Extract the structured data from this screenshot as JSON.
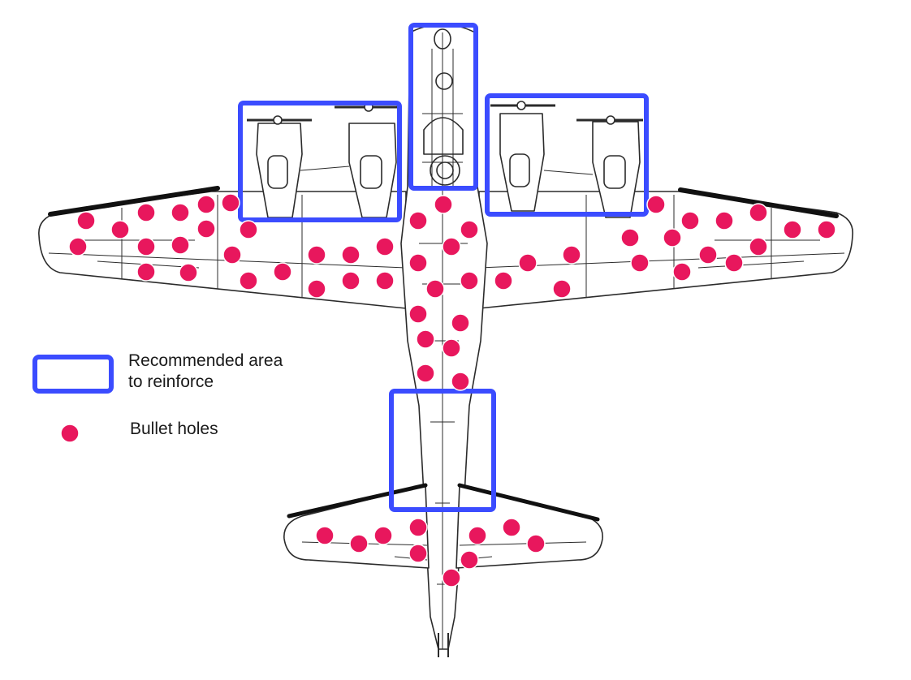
{
  "legend": {
    "reinforce_line1": "Recommended area",
    "reinforce_line2": "to reinforce",
    "bullet_holes": "Bullet holes"
  },
  "colors": {
    "reinforce_box": "#3b4cff",
    "bullet_hole_fill": "#e8175d",
    "bullet_hole_stroke": "#ffffff",
    "line_art": "#2b2b2b",
    "leading_edge": "#111111",
    "background": "#ffffff"
  },
  "icons": {
    "aircraft": "bomber-top-view",
    "reinforce_marker": "blue-rectangle",
    "hole_marker": "red-dot"
  },
  "counts": {
    "reinforce_areas": 4
  }
}
